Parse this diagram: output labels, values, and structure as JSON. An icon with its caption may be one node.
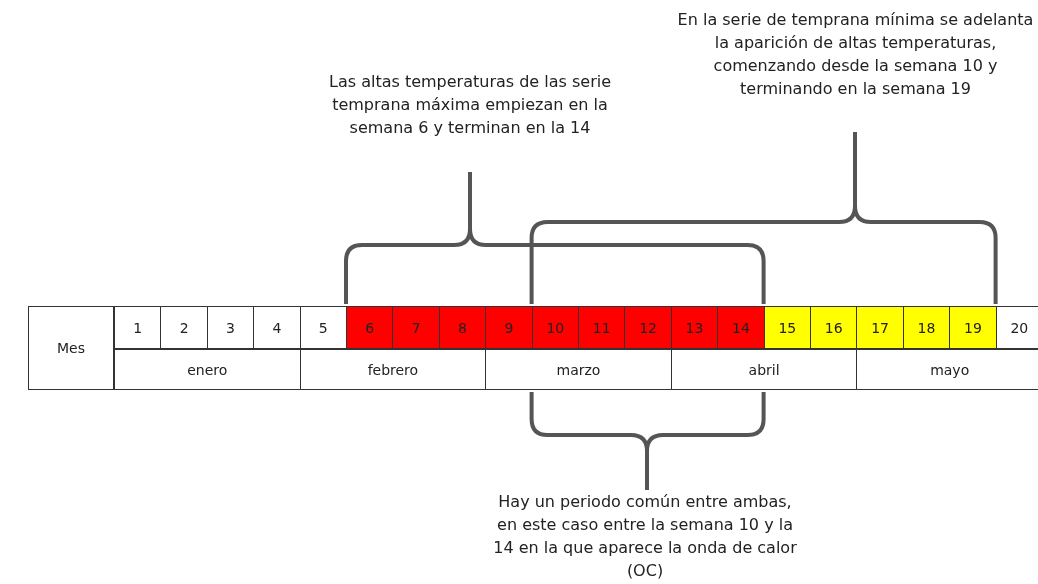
{
  "diagram": {
    "labels": [
      "En la serie de temprana mínima se adelanta la aparición de altas temperaturas, comenzando desde la semana 10 y terminando en la semana 19",
      "Las altas temperaturas de las serie temprana máxima empiezan en la semana 6 y terminan en la 14",
      "Mes",
      "1",
      "2",
      "3",
      "4",
      "5",
      "6",
      "7",
      "8",
      "9",
      "10",
      "11",
      "12",
      "13",
      "14",
      "15",
      "16",
      "17",
      "18",
      "19",
      "20",
      "enero",
      "febrero",
      "marzo",
      "abril",
      "mayo",
      "Hay un periodo común entre ambas, en este caso entre la semana 10 y la 14 en la que aparece la onda de calor (OC)"
    ]
  }
}
